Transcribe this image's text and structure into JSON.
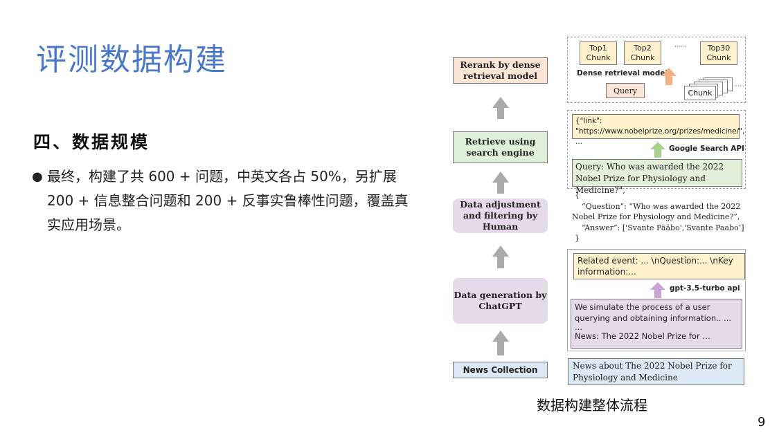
{
  "slide": {
    "title": "评测数据构建",
    "section": "四、数据规模",
    "bullet": "最终，构建了共 600 + 问题，中英文各占 50%，另扩展 200 + 信息整合问题和 200 + 反事实鲁棒性问题，覆盖真实应用场景。",
    "caption": "数据构建整体流程",
    "page_number": "9"
  },
  "pipeline": {
    "stages": [
      {
        "id": "news",
        "label": "News Collection",
        "color": "#dde8f5"
      },
      {
        "id": "gen",
        "label": "Data generation by ChatGPT",
        "color": "#e6d9ea"
      },
      {
        "id": "adjust",
        "label": "Data adjustment and filtering by Human",
        "color": "#e6d9ea"
      },
      {
        "id": "retrieve",
        "label": "Retrieve using search engine",
        "color": "#dff0d8"
      },
      {
        "id": "rerank",
        "label": "Rerank by dense retrieval model",
        "color": "#fbe5d6"
      }
    ]
  },
  "details": {
    "rerank": {
      "chunks": [
        "Top1 Chunk",
        "Top2 Chunk",
        "······",
        "Top30 Chunk"
      ],
      "model_label": "Dense retrieval model",
      "query": "Query",
      "chunk": "Chunk"
    },
    "retrieve": {
      "link": "{\"link\": \"https://www.nobelprize.org/prizes/medicine/\", ...",
      "api": "Google Search API",
      "query": "Query: Who was awarded the 2022 Nobel Prize for Physiology and Medicine?\","
    },
    "qa": {
      "open": "{",
      "question": "“Question”: “Who was awarded the 2022 Nobel Prize for Physiology and Medicine?”,",
      "answer": "“Answer”: ['Svante Pääbo','Svante Paabo’]",
      "close": "}"
    },
    "generation": {
      "event": "Related event: ... \\nQuestion:... \\nKey information:...",
      "api": "gpt-3.5-turbo api",
      "prompt_1": "We simulate the process of a user querying and obtaining information.. ...",
      "prompt_2": "...",
      "prompt_3": "News: The 2022 Nobel Prize for …"
    },
    "news": "News about The 2022 Nobel Prize for Physiology and Medicine"
  },
  "colors": {
    "title": "#4a78c8",
    "arrow_gray": "#aaaaaa",
    "arrow_orange": "#f4b183",
    "arrow_green": "#a9d18e",
    "arrow_purple": "#c9a3d6",
    "yellow_box": "#fff2cc",
    "green_box": "#e2f0d9",
    "purple_box": "#e6d9ea",
    "blue_box": "#dde8f5",
    "orange_box": "#fbe5d6"
  }
}
